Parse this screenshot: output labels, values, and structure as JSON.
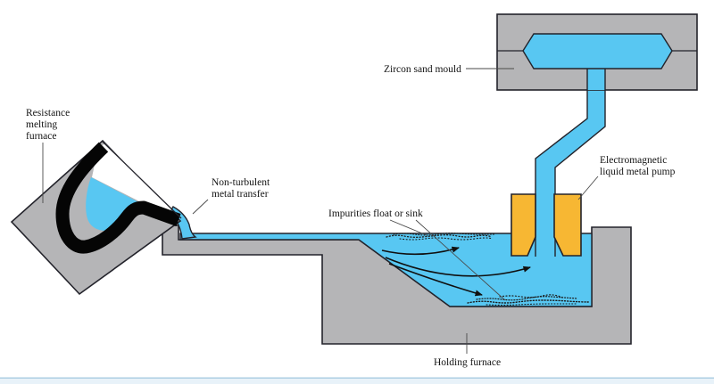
{
  "diagram": {
    "description": "Casting process schematic: resistance melting furnace pouring metal through a launder into a holding furnace, pumped by an electromagnetic pump up a riser into a zircon sand mould",
    "labels": {
      "resistance_furnace_line1": "Resistance",
      "resistance_furnace_line2": "melting",
      "resistance_furnace_line3": "furnace",
      "non_turbulent_line1": "Non-turbulent",
      "non_turbulent_line2": "metal transfer",
      "impurities": "Impurities float or sink",
      "zircon_mould": "Zircon sand mould",
      "pump_line1": "Electromagnetic",
      "pump_line2": "liquid metal pump",
      "holding_furnace": "Holding furnace"
    },
    "colors": {
      "metal": "#58c7f2",
      "refractory": "#b5b5b7",
      "pump": "#f7b733",
      "outline": "#23232b",
      "crucible": "#050505",
      "footer-line": "#aecfe3",
      "footer-fill": "#e8f2f9"
    }
  }
}
